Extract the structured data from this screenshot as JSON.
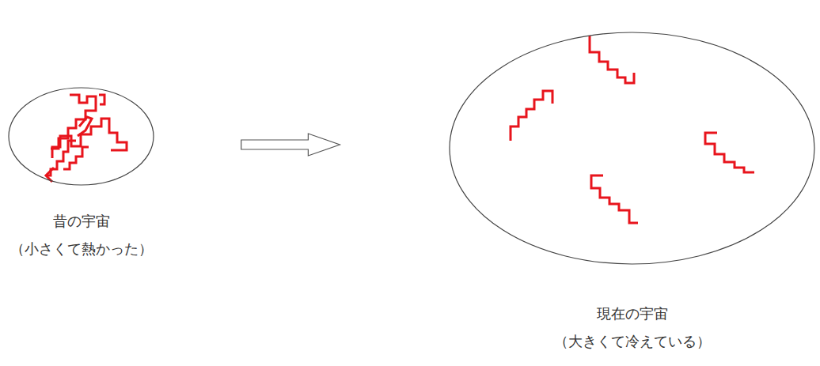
{
  "diagram": {
    "nodes": [
      {
        "text": [
          "昔の宇宙",
          "（小さくて熱かった）"
        ]
      },
      {
        "text": [
          "現在の宇宙",
          "（大きくて冷えている）"
        ]
      }
    ],
    "edges": [
      {
        "from": 0,
        "to": 1,
        "arrow": "to"
      }
    ]
  }
}
